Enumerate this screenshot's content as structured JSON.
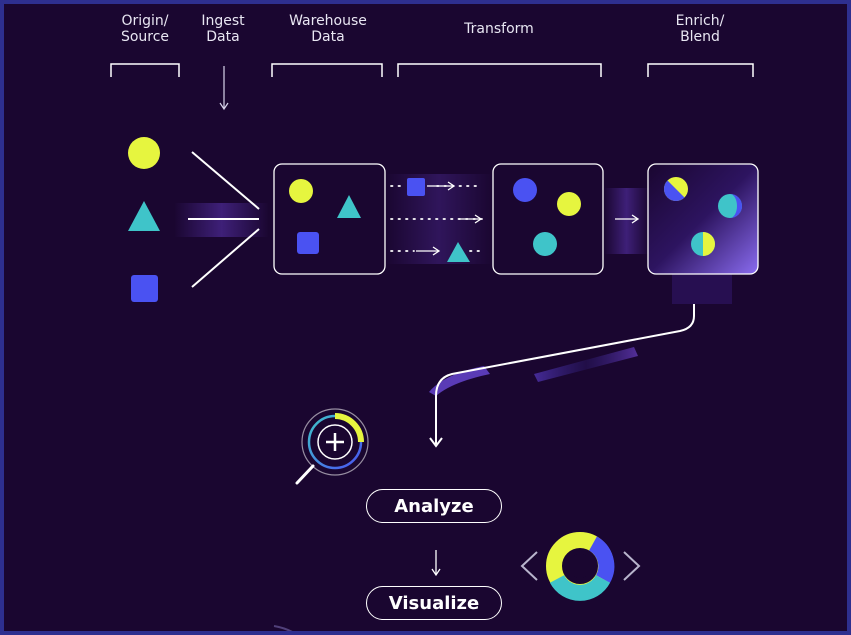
{
  "stages": {
    "origin": "Origin/\nSource",
    "ingest": "Ingest\nData",
    "warehouse": "Warehouse\nData",
    "transform": "Transform",
    "enrich": "Enrich/\nBlend"
  },
  "actions": {
    "analyze": "Analyze",
    "visualize": "Visualize"
  },
  "colors": {
    "background": "#1a0630",
    "border": "#2e2f8f",
    "lime": "#e6f53f",
    "teal": "#3fc4c9",
    "blue": "#4a52f2",
    "line": "#ffffff"
  },
  "icons": [
    "magnifier-plus-icon",
    "eye-chart-icon"
  ]
}
